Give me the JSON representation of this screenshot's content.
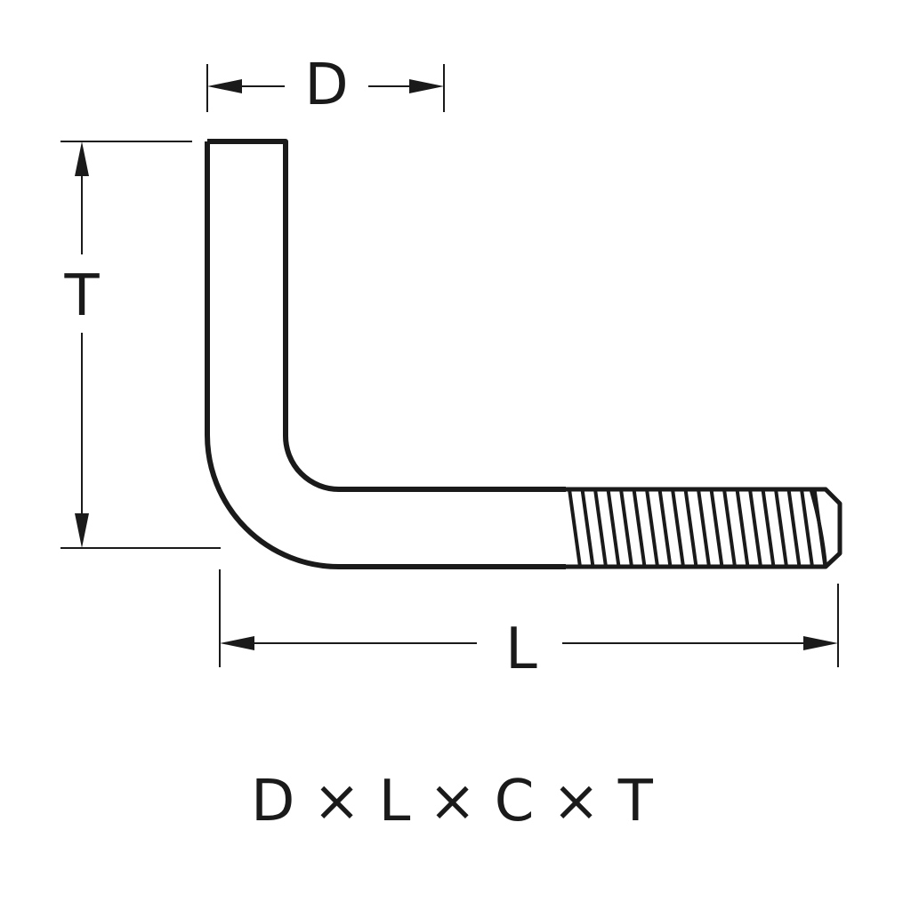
{
  "labels": {
    "width_dim": "D",
    "height_dim": "T",
    "length_dim": "L"
  },
  "formula": "D × L × C × T",
  "colors": {
    "line": "#1a1a1a",
    "background": "#ffffff"
  }
}
